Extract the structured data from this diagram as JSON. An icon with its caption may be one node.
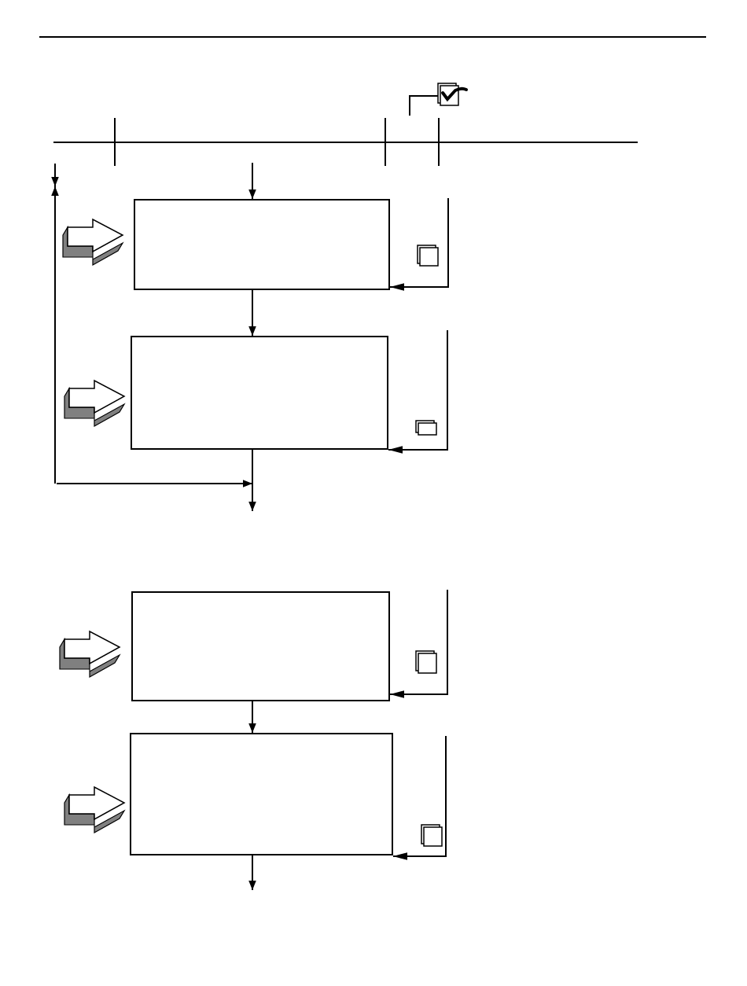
{
  "diagram": {
    "nodes": [
      {
        "text": [],
        "shape": "box"
      },
      {
        "text": [],
        "shape": "box"
      },
      {
        "text": [],
        "shape": "box"
      },
      {
        "text": [],
        "shape": "box"
      }
    ],
    "edges": [
      {
        "from": null,
        "to": 0,
        "arrow": "to"
      },
      {
        "from": 0,
        "to": 1,
        "arrow": "to"
      },
      {
        "from": 1,
        "to": null,
        "arrow": "to"
      },
      {
        "from": 2,
        "to": 3,
        "arrow": "to"
      },
      {
        "from": 3,
        "to": null,
        "arrow": "to"
      },
      {
        "from": null,
        "to": 0,
        "arrow": "to"
      },
      {
        "from": null,
        "to": 1,
        "arrow": "to"
      },
      {
        "from": null,
        "to": 2,
        "arrow": "to"
      },
      {
        "from": null,
        "to": 3,
        "arrow": "to"
      }
    ]
  }
}
